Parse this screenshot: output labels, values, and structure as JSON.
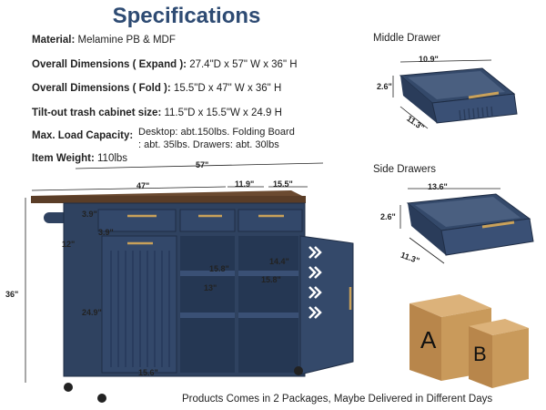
{
  "title": "Specifications",
  "specs": {
    "material_label": "Material:",
    "material_value": "Melamine PB & MDF",
    "expand_label": "Overall Dimensions ( Expand ):",
    "expand_value": "27.4\"D x 57\" W x 36\" H",
    "fold_label": "Overall Dimensions ( Fold ):",
    "fold_value": "15.5\"D x 47\" W x 36\" H",
    "tilt_label": "Tilt-out trash cabinet size:",
    "tilt_value": "11.5\"D x 15.5\"W x 24.9 H",
    "load_label": "Max. Load Capacity:",
    "load_line1": "Desktop: abt.150lbs. Folding Board",
    "load_line2": ": abt. 35lbs. Drawers: abt. 30lbs",
    "weight_label": "Item Weight:",
    "weight_value": "110lbs"
  },
  "middle_drawer": {
    "heading": "Middle Drawer",
    "width": "10.9\"",
    "height": "2.6\"",
    "depth": "11.3\""
  },
  "side_drawers": {
    "heading": "Side Drawers",
    "width": "13.6\"",
    "height": "2.6\"",
    "depth": "11.3\""
  },
  "island_dims": {
    "total_width": "57\"",
    "body_width": "47\"",
    "middle_width": "11.9\"",
    "fold_depth": "15.5\"",
    "drawer_w": "3.9\"",
    "drawer_h": "3.9\"",
    "rack": "12\"",
    "height": "36\"",
    "cabinet_h": "24.9\"",
    "shelf1": "15.8\"",
    "shelf2": "14.4\"",
    "shelf_depth": "13\"",
    "shelf3": "15.8\"",
    "base_w": "15.6\""
  },
  "packages": {
    "a": "A",
    "b": "B"
  },
  "footer": "Products Comes in 2 Packages, Maybe Delivered in Different Days",
  "colors": {
    "navy": "#2f4260",
    "navy_dark": "#243550",
    "wood": "#6b4a30",
    "gold": "#c9a15a",
    "title": "#2e4b73",
    "box": "#c99a5b"
  }
}
